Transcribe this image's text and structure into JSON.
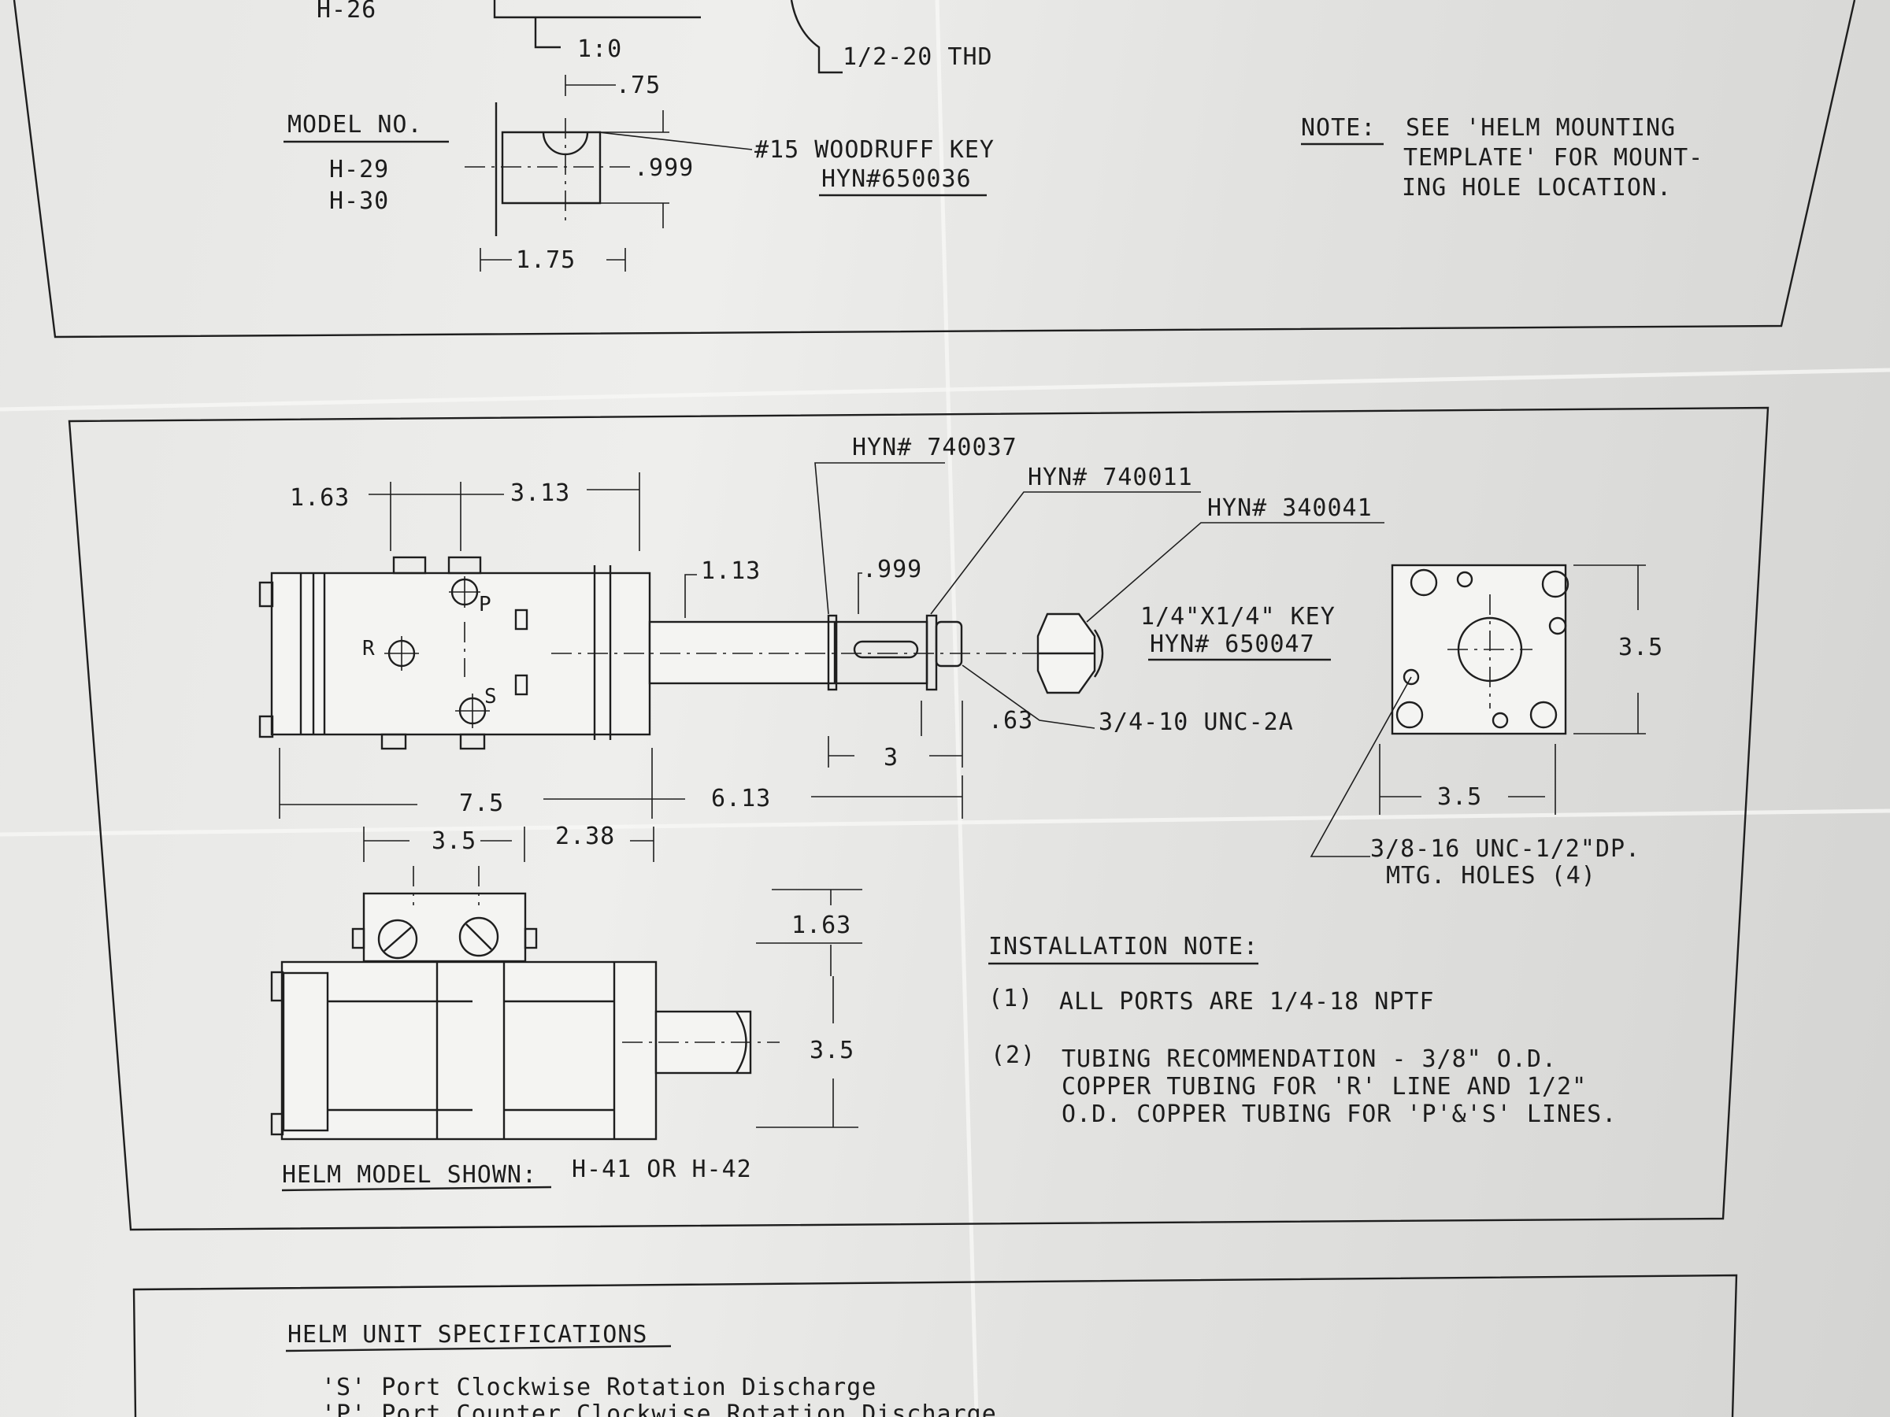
{
  "top_panel": {
    "model_header_fragment": "H-26",
    "dim_10": "1:0",
    "thread": "1/2-20 THD",
    "dim_075": ".75",
    "model_label": "MODEL NO.",
    "models": [
      "H-29",
      "H-30"
    ],
    "dim_0999": ".999",
    "woodruff_key": "#15 WOODRUFF KEY",
    "woodruff_part": "HYN#650036",
    "dim_175": "1.75",
    "note_label": "NOTE:",
    "note_lines": [
      "SEE 'HELM MOUNTING",
      "TEMPLATE' FOR MOUNT-",
      "ING HOLE LOCATION."
    ]
  },
  "middle_panel": {
    "part_740037": "HYN# 740037",
    "part_740011": "HYN# 740011",
    "part_340041": "HYN# 340041",
    "dim_163": "1.63",
    "dim_313": "3.13",
    "dim_113": "1.13",
    "dim_0999": ".999",
    "key_label": "1/4\"X1/4\" KEY",
    "key_part": "HYN# 650047",
    "port_r": "R",
    "port_p": "P",
    "port_s": "S",
    "dim_063": ".63",
    "thread_nut": "3/4-10 UNC-2A",
    "dim_3": "3",
    "dim_75": "7.5",
    "dim_613": "6.13",
    "dim_35_plate": "3.5",
    "dim_35_plate_w": "3.5",
    "mtg_holes_1": "3/8-16 UNC-1/2\"DP.",
    "mtg_holes_2": "MTG. HOLES (4)",
    "dim_35_side": "3.5",
    "dim_238": "2.38",
    "dim_163_side": "1.63",
    "dim_35_side_h": "3.5",
    "install_title": "INSTALLATION NOTE:",
    "install_notes": [
      {
        "num": "(1)",
        "lines": [
          "ALL PORTS ARE 1/4-18 NPTF"
        ]
      },
      {
        "num": "(2)",
        "lines": [
          "TUBING RECOMMENDATION - 3/8\" O.D.",
          "COPPER TUBING FOR 'R' LINE AND 1/2\"",
          "O.D. COPPER TUBING FOR 'P'&'S' LINES."
        ]
      }
    ],
    "helm_model_label": "HELM MODEL SHOWN:",
    "helm_model_value": "H-41 OR H-42"
  },
  "bottom_panel": {
    "title": "HELM UNIT SPECIFICATIONS",
    "lines": [
      "'S' Port Clockwise Rotation Discharge",
      "'P' Port Counter Clockwise Rotation Discharge"
    ]
  }
}
